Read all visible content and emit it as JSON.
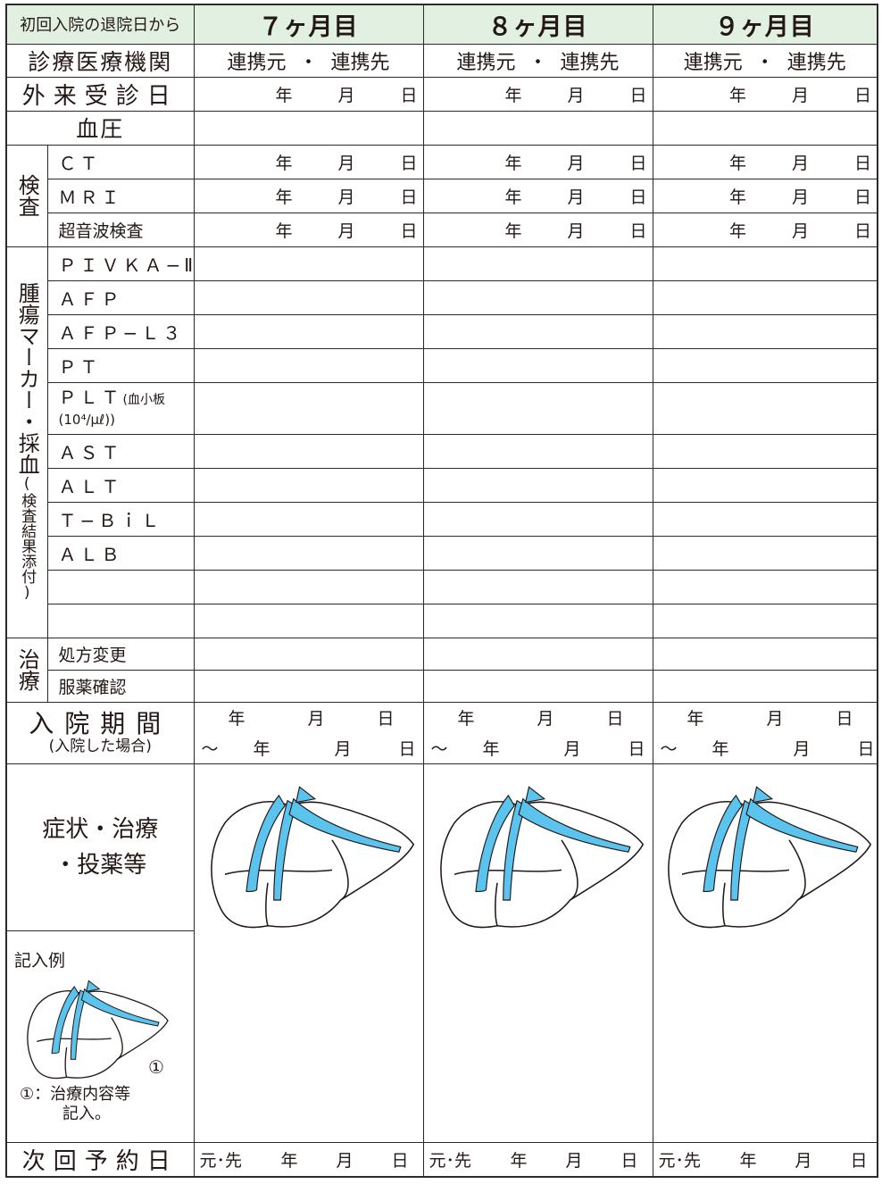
{
  "header": {
    "corner": "初回入院の退院日から",
    "months": [
      "７ヶ月目",
      "８ヶ月目",
      "９ヶ月目"
    ]
  },
  "rows": {
    "institution_label": "診療医療機関",
    "institution_value": {
      "a": "連携元",
      "sep": "・",
      "b": "連携先"
    },
    "visit_label": "外来受診日",
    "bp_label": "血圧",
    "exam_group": "検査",
    "exams": [
      "ＣＴ",
      "ＭＲＩ",
      "超音波検査"
    ],
    "marker_group": "腫瘍マーカー・採血",
    "marker_group_sub": "(検査結果添付)",
    "markers": [
      "ＰＩＶＫＡ−Ⅱ",
      "ＡＦＰ",
      "ＡＦＰ−Ｌ３",
      "ＰＴ"
    ],
    "plt_main": "ＰＬＴ",
    "plt_paren": "(血小板",
    "plt_unit": "(10⁴/μℓ))",
    "markers2": [
      "ＡＳＴ",
      "ＡＬＴ",
      "Ｔ−ＢｉＬ",
      "ＡＬＢ"
    ],
    "treatment_group": "治療",
    "treatments": [
      "処方変更",
      "服薬確認"
    ],
    "admission_label": "入院期間",
    "admission_sub": "(入院した場合)",
    "symptoms_label_1": "症状・治療",
    "symptoms_label_2": "・投薬等",
    "example_label": "記入例",
    "example_marker": "①",
    "example_note_1": "①：治療内容等",
    "example_note_2": "記入。",
    "next_label": "次回予約日",
    "next_prefix": "元･先"
  },
  "date_parts": {
    "year": "年",
    "month": "月",
    "day": "日",
    "tilde": "〜"
  },
  "colors": {
    "header_bg": "#e2f0e2",
    "liver_blue": "#5bc4ee",
    "line": "#2b2b2b"
  }
}
